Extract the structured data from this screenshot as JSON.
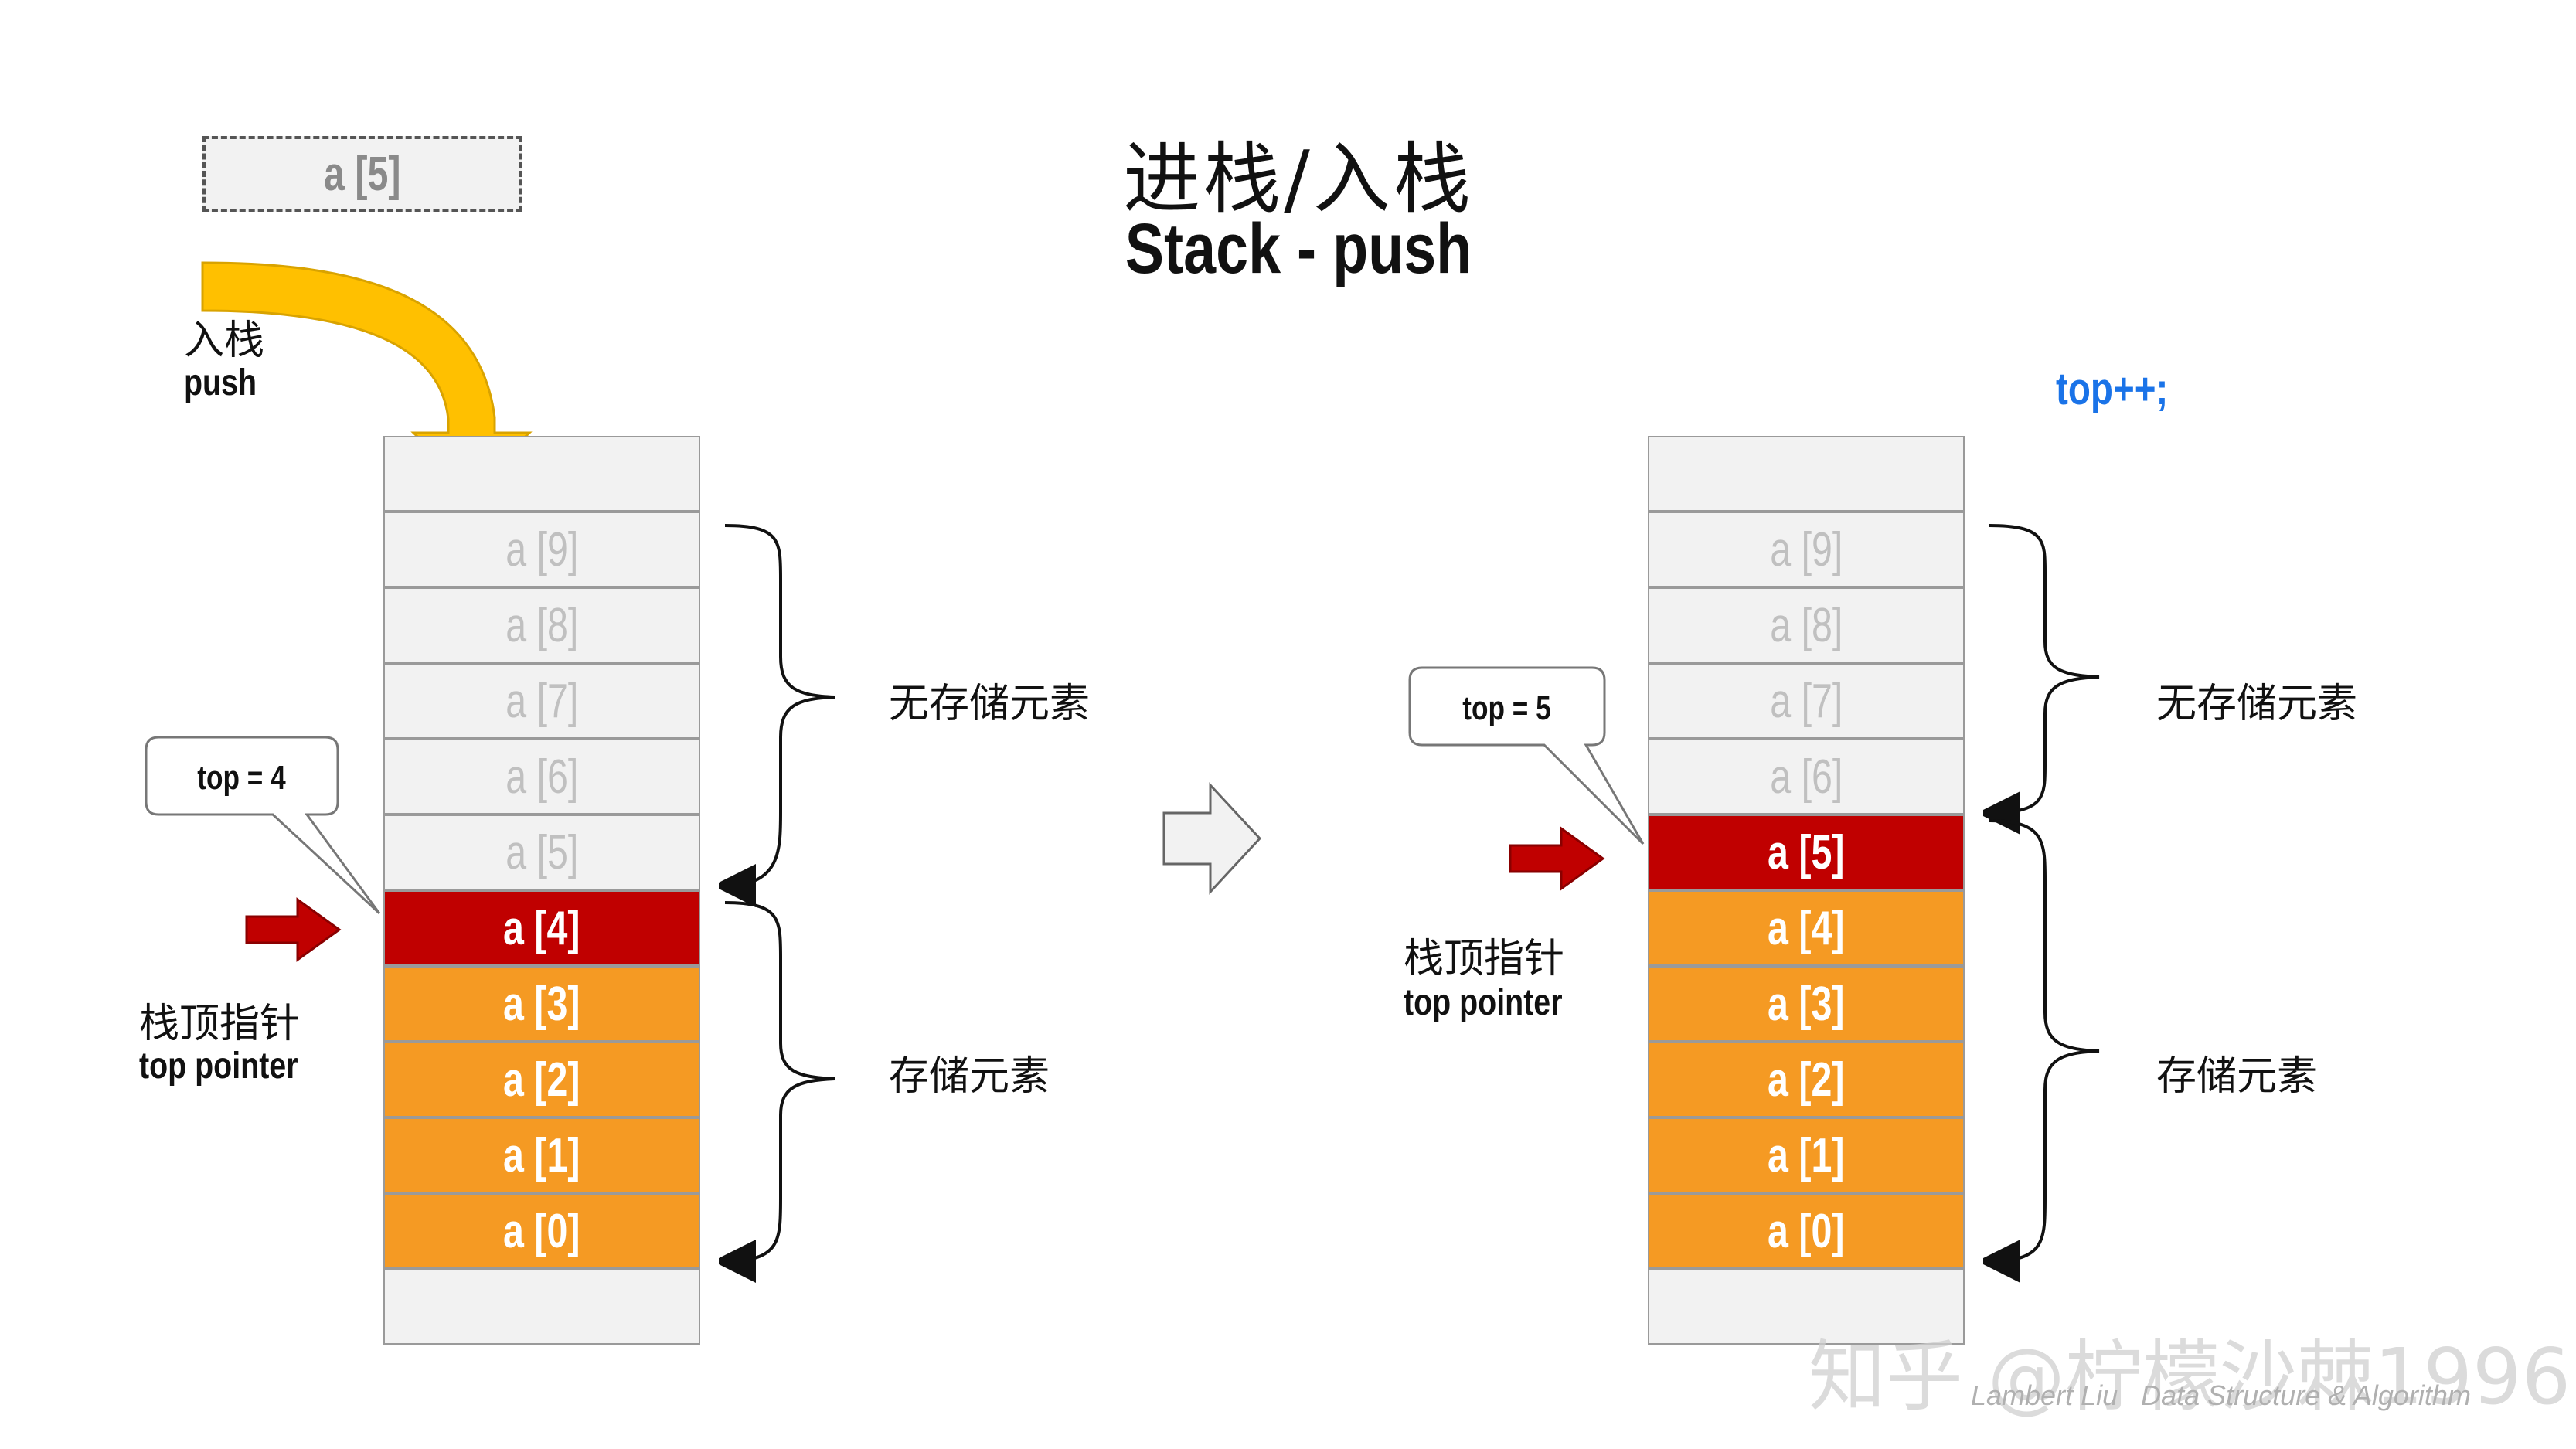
{
  "title": {
    "cn": "进栈/入栈",
    "en": "Stack - push"
  },
  "pending_element": "a [5]",
  "push_label": {
    "cn": "入栈",
    "en": "push"
  },
  "pointer_label": {
    "cn": "栈顶指针",
    "en": "top pointer"
  },
  "brace_labels": {
    "empty": "无存储元素",
    "stored": "存储元素"
  },
  "code": "top++;",
  "before": {
    "top_callout": "top = 4",
    "cells": [
      {
        "label": "",
        "state": "blank"
      },
      {
        "label": "a [9]",
        "state": "empty"
      },
      {
        "label": "a [8]",
        "state": "empty"
      },
      {
        "label": "a [7]",
        "state": "empty"
      },
      {
        "label": "a [6]",
        "state": "empty"
      },
      {
        "label": "a [5]",
        "state": "empty"
      },
      {
        "label": "a [4]",
        "state": "top"
      },
      {
        "label": "a [3]",
        "state": "stored"
      },
      {
        "label": "a [2]",
        "state": "stored"
      },
      {
        "label": "a [1]",
        "state": "stored"
      },
      {
        "label": "a [0]",
        "state": "stored"
      },
      {
        "label": "",
        "state": "blank"
      }
    ]
  },
  "after": {
    "top_callout": "top = 5",
    "cells": [
      {
        "label": "",
        "state": "blank"
      },
      {
        "label": "a [9]",
        "state": "empty"
      },
      {
        "label": "a [8]",
        "state": "empty"
      },
      {
        "label": "a [7]",
        "state": "empty"
      },
      {
        "label": "a [6]",
        "state": "empty"
      },
      {
        "label": "a [5]",
        "state": "top"
      },
      {
        "label": "a [4]",
        "state": "stored"
      },
      {
        "label": "a [3]",
        "state": "stored"
      },
      {
        "label": "a [2]",
        "state": "stored"
      },
      {
        "label": "a [1]",
        "state": "stored"
      },
      {
        "label": "a [0]",
        "state": "stored"
      },
      {
        "label": "",
        "state": "blank"
      }
    ]
  },
  "watermark": "知乎 @柠檬沙棘1996",
  "credit": "Lambert Liu   Data Structure & Algorithm",
  "colors": {
    "stored": "#f59a23",
    "top": "#c00000",
    "empty": "#f2f2f2",
    "yellow_arrow": "#ffc000",
    "pointer_arrow": "#c00000",
    "code": "#1a73e8"
  }
}
